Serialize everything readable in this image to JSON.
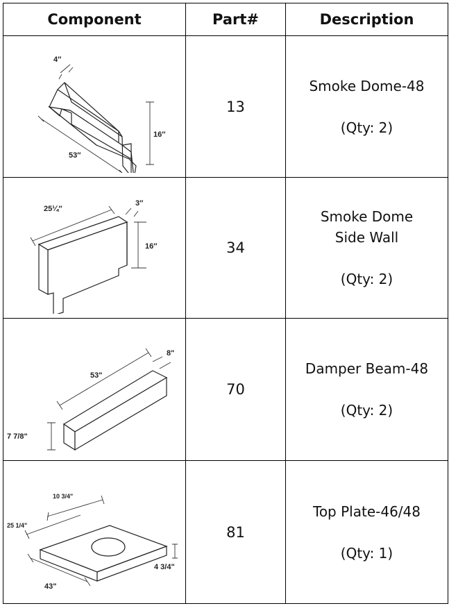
{
  "table": {
    "headers": [
      "Component",
      "Part#",
      "Description"
    ],
    "rows": [
      {
        "part": "13",
        "name_lines": [
          "Smoke Dome-48"
        ],
        "qty": "(Qty: 2)",
        "dims": [
          "4″",
          "53″",
          "16″"
        ]
      },
      {
        "part": "34",
        "name_lines": [
          "Smoke Dome",
          "Side Wall"
        ],
        "qty": "(Qty: 2)",
        "dims": [
          "25¼″",
          "3″",
          "16″"
        ]
      },
      {
        "part": "70",
        "name_lines": [
          "Damper Beam-48"
        ],
        "qty": "(Qty: 2)",
        "dims": [
          "53\"",
          "8\"",
          "7 7/8\""
        ]
      },
      {
        "part": "81",
        "name_lines": [
          "Top Plate-46/48"
        ],
        "qty": "(Qty: 1)",
        "dims": [
          "10 3/4\"",
          "25 1/4\"",
          "43\"",
          "4 3/4\""
        ]
      }
    ]
  }
}
